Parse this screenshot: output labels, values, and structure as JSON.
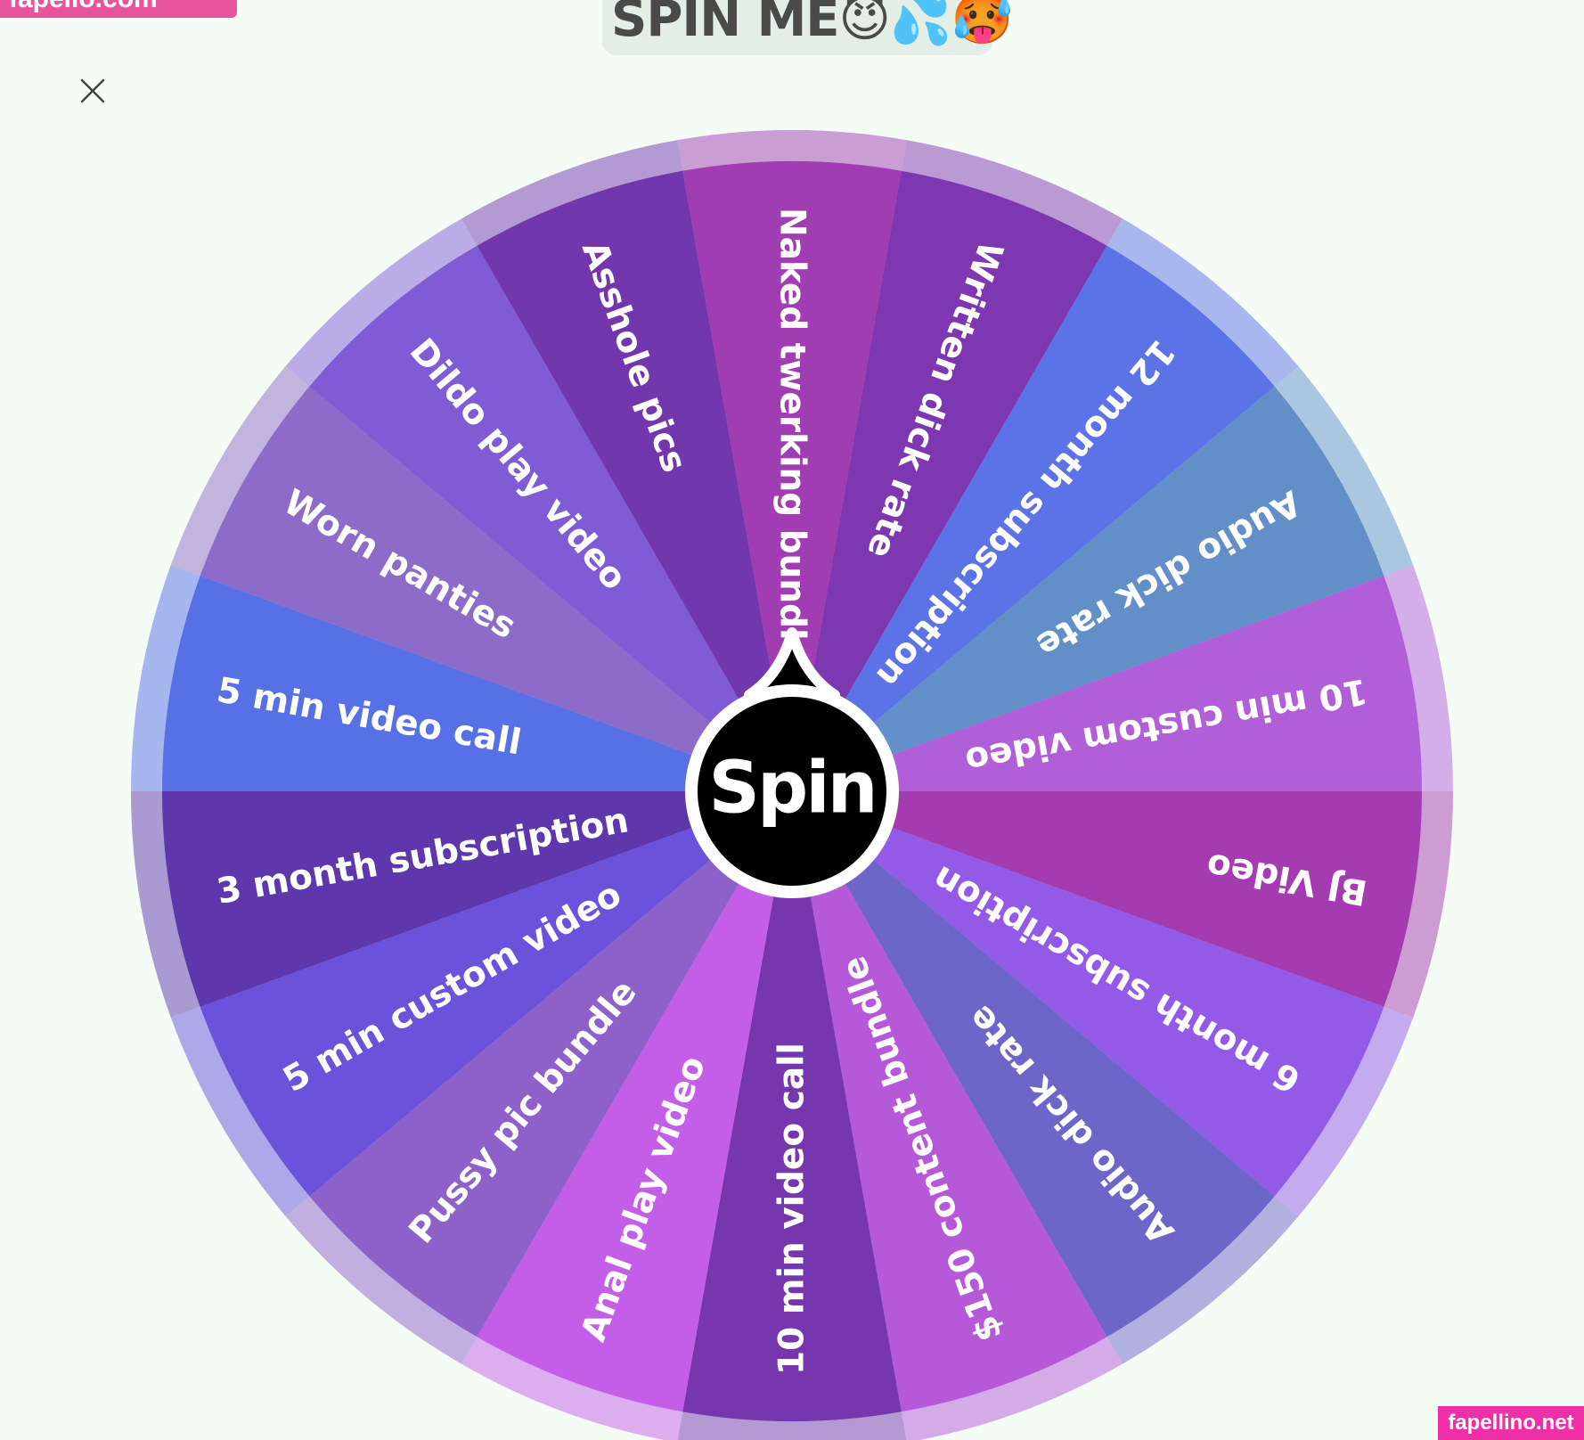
{
  "watermark_top": "fapello.com",
  "watermark_bottom": "fapellino.net",
  "title": "SPIN ME😈💦🥵",
  "close_icon": "close-icon",
  "spin_button_label": "Spin",
  "segments": [
    {
      "label": "Naked twerking bundle",
      "color": "#a13db3"
    },
    {
      "label": "Written dick rate",
      "color": "#7d37b0"
    },
    {
      "label": "12 month subscription",
      "color": "#5b73e6"
    },
    {
      "label": "Audio dick rate",
      "color": "#628fc8"
    },
    {
      "label": "10 min custom video",
      "color": "#b15fd9"
    },
    {
      "label": "BJ Video",
      "color": "#a43bb0"
    },
    {
      "label": "6 month subscription",
      "color": "#935ae8"
    },
    {
      "label": "Audio dick rate",
      "color": "#6c66c8"
    },
    {
      "label": "$150 content bundle",
      "color": "#b659d8"
    },
    {
      "label": "10 min video call",
      "color": "#7636ad"
    },
    {
      "label": "Anal play video",
      "color": "#c45ee8"
    },
    {
      "label": "Pussy pic bundle",
      "color": "#8d61c9"
    },
    {
      "label": "5 min custom video",
      "color": "#6a53da"
    },
    {
      "label": "3 month subscription",
      "color": "#5e37ad"
    },
    {
      "label": "5 min video call",
      "color": "#5870e6"
    },
    {
      "label": "Worn panties",
      "color": "#8d6bc8"
    },
    {
      "label": "Dildo play video",
      "color": "#805bd6"
    },
    {
      "label": "Asshole pics",
      "color": "#7337ad"
    }
  ]
}
